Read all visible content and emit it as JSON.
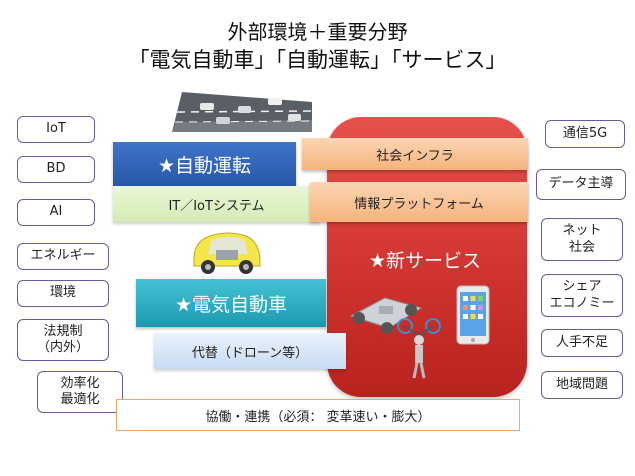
{
  "title": {
    "line1": "外部環境＋重要分野",
    "line2": "「電気自動車」「自動運転」「サービス」"
  },
  "left_boxes": [
    "IoT",
    "BD",
    "AI",
    "エネルギー",
    "環境",
    "法規制\n（内外）",
    "効率化\n最適化"
  ],
  "right_boxes": [
    "通信5G",
    "データ主導",
    "ネット\n社会",
    "シェア\nエコノミー",
    "人手不足",
    "地域問題"
  ],
  "center": {
    "autonomous": "★自動運転",
    "it_iot": "IT／IoTシステム",
    "social_infra": "社会インフラ",
    "info_platform": "情報プラットフォーム",
    "new_service": "★新サービス",
    "ev": "★電気自動車",
    "alternative": "代替（ドローン等）"
  },
  "bottom": "協働・連携（必須： 変革速い・膨大）",
  "colors": {
    "box_border": "#6b5aa0",
    "red_block": "#d03430",
    "blue_bar": "#2f62b5",
    "teal_bar": "#28a9bf",
    "orange_bar": "#f5b37c",
    "green_bar": "#d4ecb4",
    "lightblue_bar": "#c7dbf2",
    "bottom_border": "#f0a36a"
  }
}
